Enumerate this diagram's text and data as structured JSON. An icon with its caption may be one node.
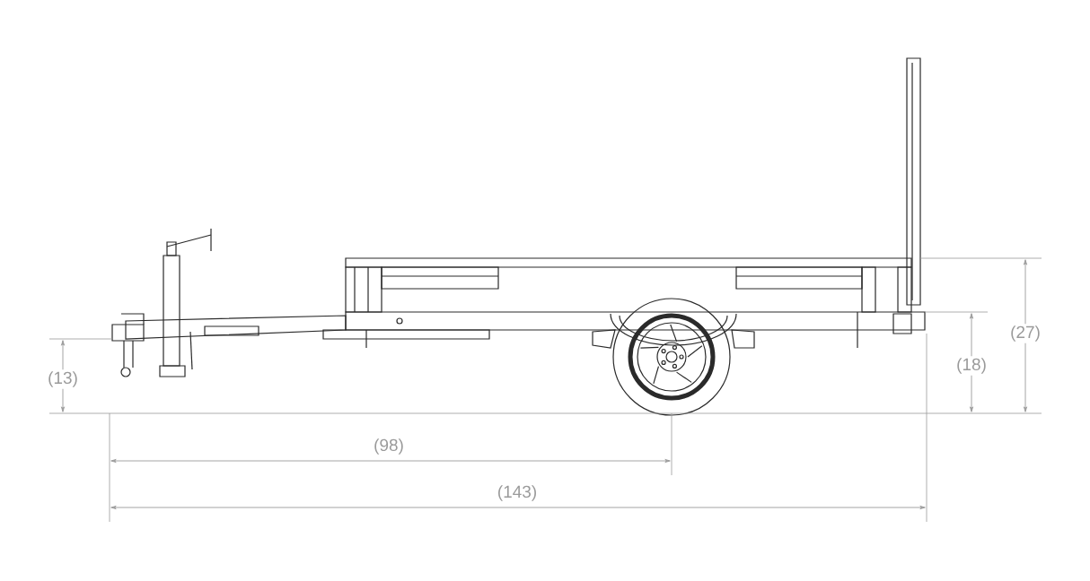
{
  "diagram": {
    "labels": [
      "(27)",
      "(18)",
      "(13)",
      "(98)",
      "(143)"
    ]
  }
}
